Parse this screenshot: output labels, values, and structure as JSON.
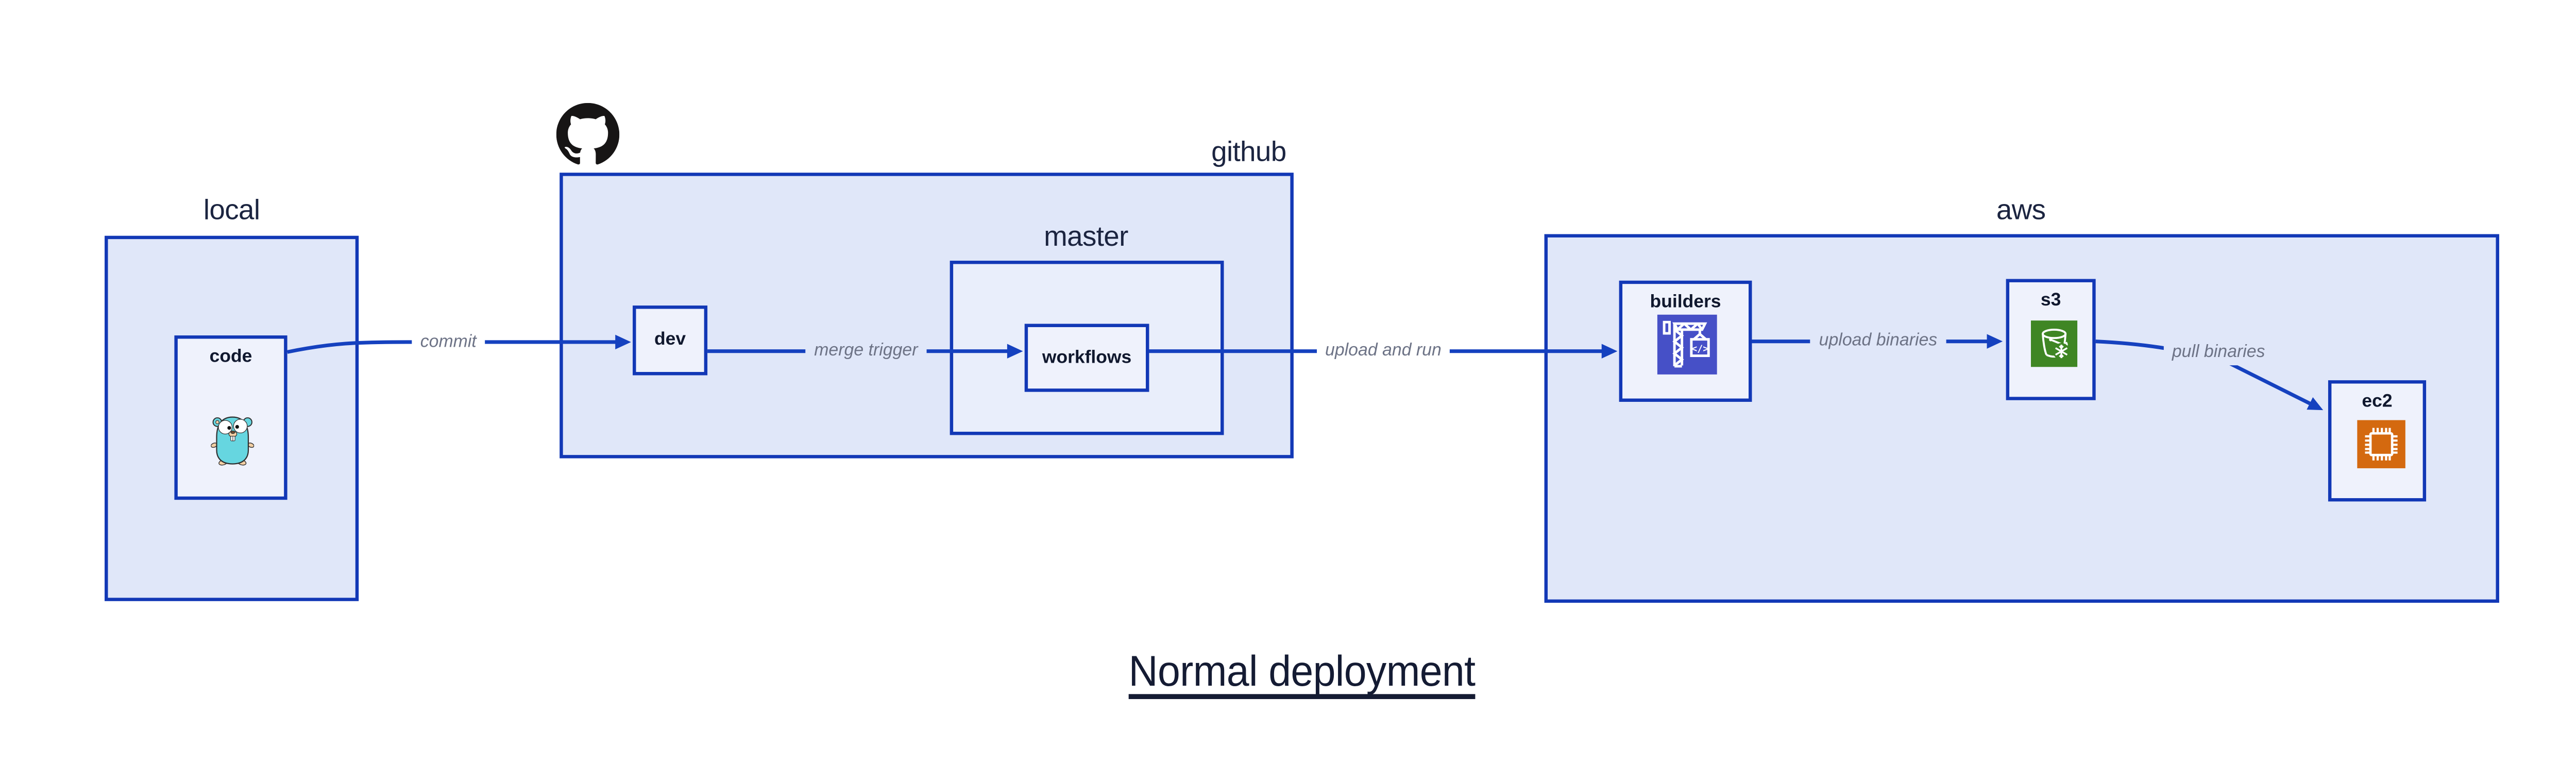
{
  "diagram": {
    "title": "Normal deployment",
    "containers": [
      {
        "id": "local",
        "label": "local"
      },
      {
        "id": "github",
        "label": "github"
      },
      {
        "id": "master",
        "label": "master"
      },
      {
        "id": "aws",
        "label": "aws"
      }
    ],
    "nodes": [
      {
        "id": "code",
        "label": "code",
        "icon": "go-gopher-icon"
      },
      {
        "id": "dev",
        "label": "dev",
        "icon": ""
      },
      {
        "id": "workflows",
        "label": "workflows",
        "icon": ""
      },
      {
        "id": "builders",
        "label": "builders",
        "icon": "aws-codebuild-icon"
      },
      {
        "id": "s3",
        "label": "s3",
        "icon": "aws-s3-bucket-icon"
      },
      {
        "id": "ec2",
        "label": "ec2",
        "icon": "aws-ec2-chip-icon"
      }
    ],
    "edges": [
      {
        "id": "commit",
        "label": "commit",
        "from": "code",
        "to": "dev"
      },
      {
        "id": "merge-trigger",
        "label": "merge trigger",
        "from": "dev",
        "to": "workflows"
      },
      {
        "id": "upload-and-run",
        "label": "upload and run",
        "from": "workflows",
        "to": "builders"
      },
      {
        "id": "upload-binaries",
        "label": "upload binaries",
        "from": "builders",
        "to": "s3"
      },
      {
        "id": "pull-binaries",
        "label": "pull binaries",
        "from": "s3",
        "to": "ec2"
      }
    ],
    "colors": {
      "stroke_blue": "#1238b6",
      "arrow_blue": "#1541bf",
      "container_fill": "#e0e7f9",
      "master_fill": "#e9eefb",
      "node_fill": "#eff2fc",
      "label_dark": "#131b33",
      "edge_label_gray": "#6d7386",
      "codebuild_purple": "#4650c7",
      "s3_green": "#3f8624",
      "ec2_orange": "#d4690f",
      "gopher_teal": "#66d6e0",
      "github_black": "#171515"
    }
  }
}
